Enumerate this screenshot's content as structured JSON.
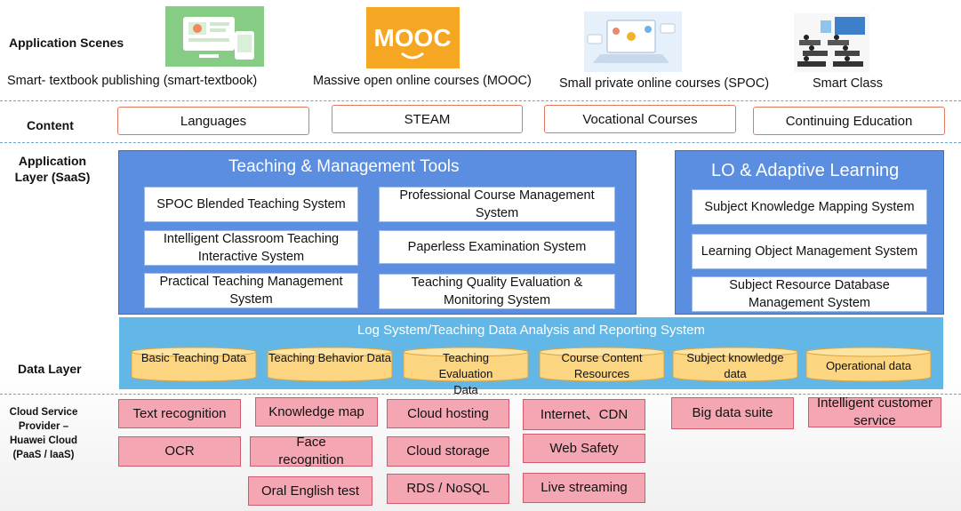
{
  "rows": {
    "scenes": "Application Scenes",
    "content": "Content",
    "application": "Application Layer (SaaS)",
    "data": "Data Layer",
    "cloud": "Cloud Service Provider – Huawei Cloud (PaaS / IaaS)"
  },
  "scenes": [
    {
      "label": "Smart- textbook publishing (smart-textbook)",
      "icon": "smart-textbook-image"
    },
    {
      "label": "Massive open online courses (MOOC)",
      "icon": "mooc-logo",
      "logo_text": "MOOC"
    },
    {
      "label": "Small private online courses (SPOC)",
      "icon": "spoc-laptop-image"
    },
    {
      "label": "Smart Class",
      "icon": "classroom-image"
    }
  ],
  "content": [
    "Languages",
    "STEAM",
    "Vocational Courses",
    "Continuing Education"
  ],
  "teaching_panel": {
    "title": "Teaching & Management Tools",
    "systems": [
      "SPOC Blended Teaching System",
      "Professional Course Management System",
      "Intelligent Classroom Teaching Interactive System",
      "Paperless Examination System",
      "Practical Teaching Management System",
      "Teaching Quality Evaluation & Monitoring System"
    ]
  },
  "lo_panel": {
    "title": "LO & Adaptive Learning",
    "systems": [
      "Subject Knowledge Mapping System",
      "Learning Object Management System",
      "Subject Resource Database Management System"
    ]
  },
  "data_layer": {
    "title": "Log System/Teaching Data Analysis and Reporting System",
    "stores": [
      "Basic Teaching Data",
      "Teaching Behavior Data",
      "Teaching Evaluation Data",
      "Course Content Resources",
      "Subject knowledge data",
      "Operational data"
    ]
  },
  "cloud": [
    "Text recognition",
    "OCR",
    "Knowledge map",
    "Face recognition",
    "Oral English test",
    "Cloud hosting",
    "Cloud storage",
    "RDS / NoSQL",
    "Internet、CDN",
    "Web Safety",
    "Live streaming",
    "Big data suite",
    "Intelligent customer service"
  ],
  "colors": {
    "panel_blue": "#5b8ee0",
    "data_band": "#62b7e6",
    "cylinder": "#fcd581",
    "cloud_pink": "#f4a7b3",
    "content_border": "#e07b63",
    "mooc_orange": "#f5a623"
  }
}
